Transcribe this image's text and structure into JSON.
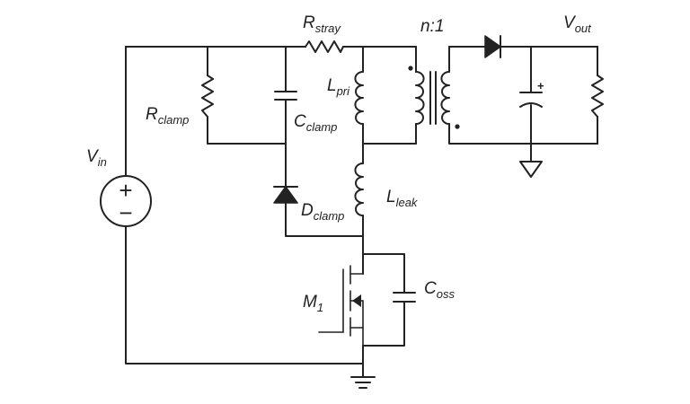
{
  "labels": {
    "r_stray": {
      "main": "R",
      "sub": "stray"
    },
    "ratio": {
      "main": "n:1"
    },
    "v_out": {
      "main": "V",
      "sub": "out"
    },
    "l_pri": {
      "main": "L",
      "sub": "pri"
    },
    "r_clamp": {
      "main": "R",
      "sub": "clamp"
    },
    "c_clamp": {
      "main": "C",
      "sub": "clamp"
    },
    "v_in": {
      "main": "V",
      "sub": "in"
    },
    "l_leak": {
      "main": "L",
      "sub": "leak"
    },
    "d_clamp": {
      "main": "D",
      "sub": "clamp"
    },
    "m1": {
      "main": "M",
      "sub": "1"
    },
    "c_oss": {
      "main": "C",
      "sub": "oss"
    }
  },
  "source_symbols": {
    "plus": "+",
    "minus": "−"
  },
  "cap_polarity": "+"
}
